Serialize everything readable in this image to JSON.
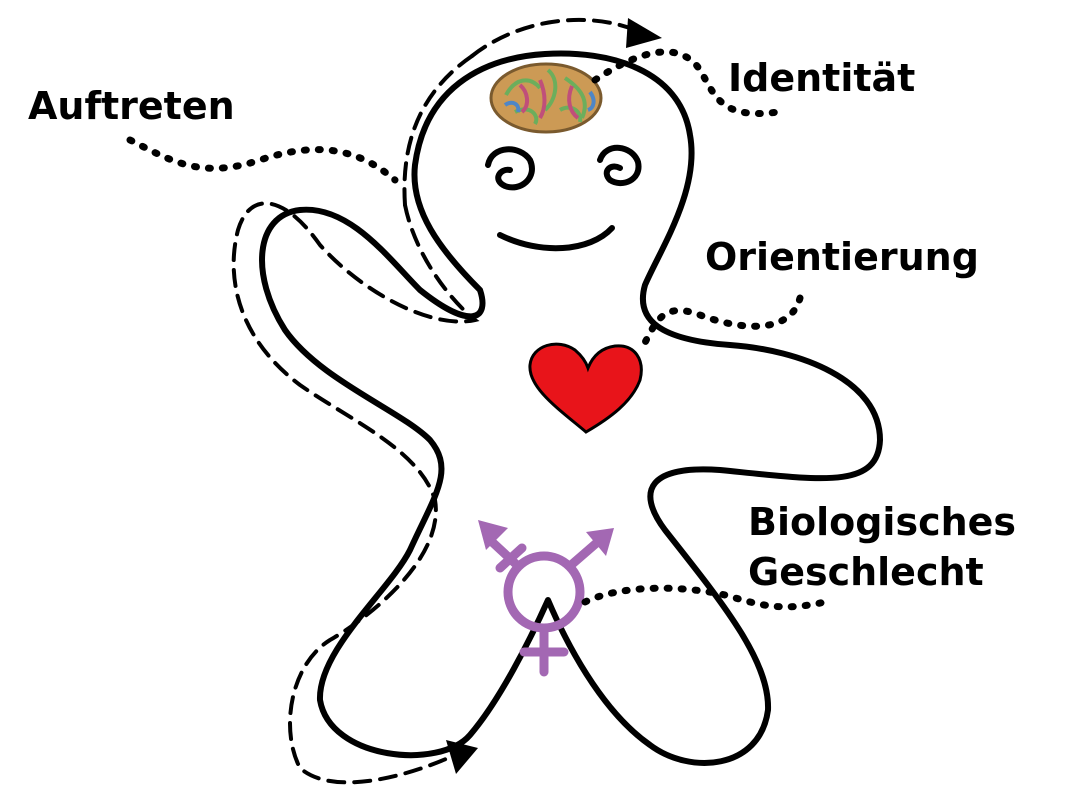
{
  "labels": {
    "appearance": "Auftreten",
    "identity": "Identität",
    "orientation": "Orientierung",
    "sex_line1": "Biologisches",
    "sex_line2": "Geschlecht"
  },
  "icons": {
    "head": "brain-icon",
    "chest": "heart-icon",
    "groin": "transgender-symbol-icon"
  },
  "colors": {
    "outline": "#000000",
    "heart": "#e8141a",
    "symbol": "#a368b3",
    "brain_1": "#d9a441",
    "brain_2": "#6cae5c",
    "brain_3": "#c04f7a",
    "brain_4": "#4f86c6"
  }
}
